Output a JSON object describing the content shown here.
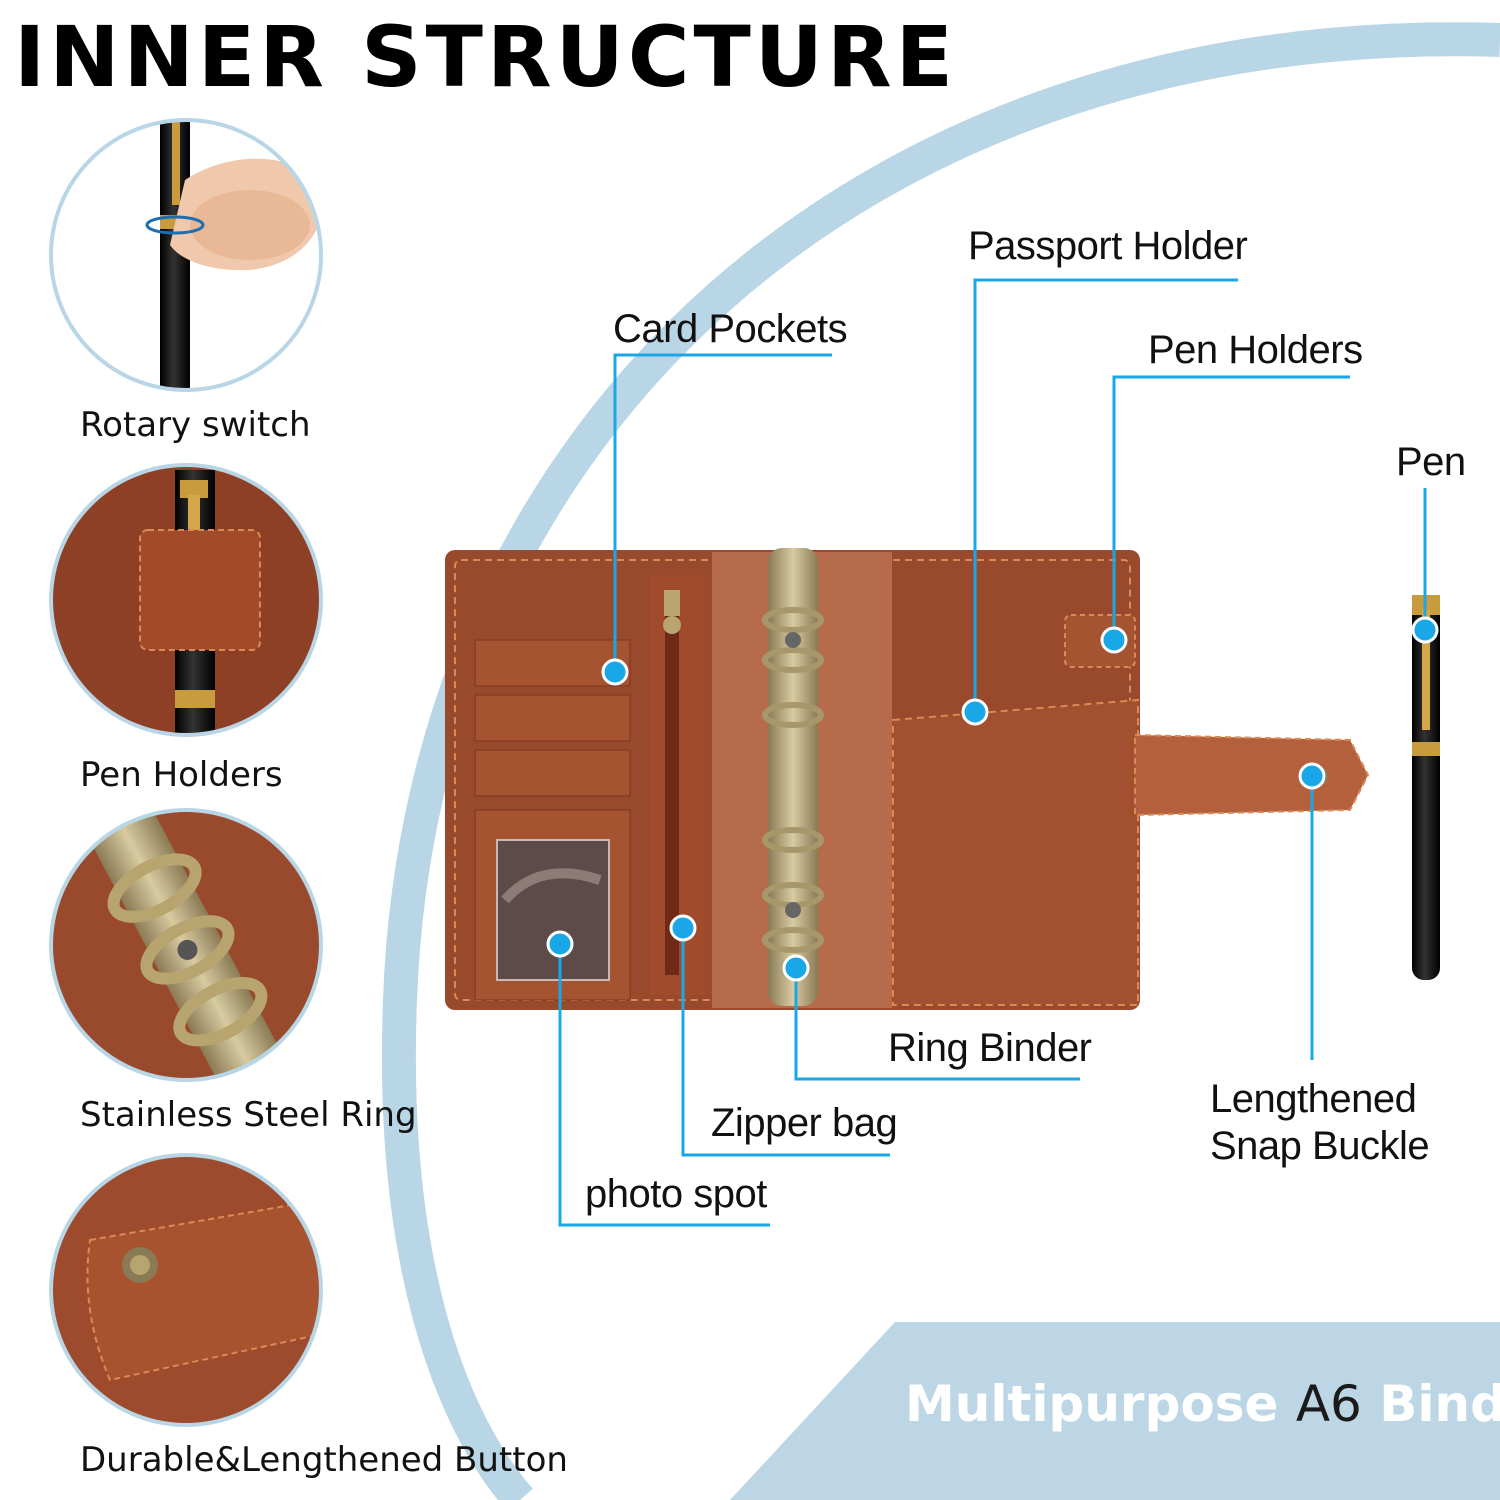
{
  "title": "INNER STRUCTURE",
  "details": [
    {
      "label": "Rotary switch"
    },
    {
      "label": "Pen Holders"
    },
    {
      "label": "Stainless Steel Ring"
    },
    {
      "label": "Durable&Lengthened Button"
    }
  ],
  "callouts": {
    "passport_holder": "Passport Holder",
    "card_pockets": "Card Pockets",
    "pen_holders": "Pen Holders",
    "pen": "Pen",
    "ring_binder": "Ring Binder",
    "zipper_bag": "Zipper bag",
    "photo_spot": "photo spot",
    "snap_line1": "Lengthened",
    "snap_line2": "Snap Buckle"
  },
  "banner": {
    "word1": "Multipurpose",
    "word2": "A6",
    "word3": "Binder"
  },
  "colors": {
    "accent": "#1aa7e8",
    "arc": "#b9d6e6",
    "leather": "#9a4a2c",
    "banner": "#bcd6e6"
  }
}
